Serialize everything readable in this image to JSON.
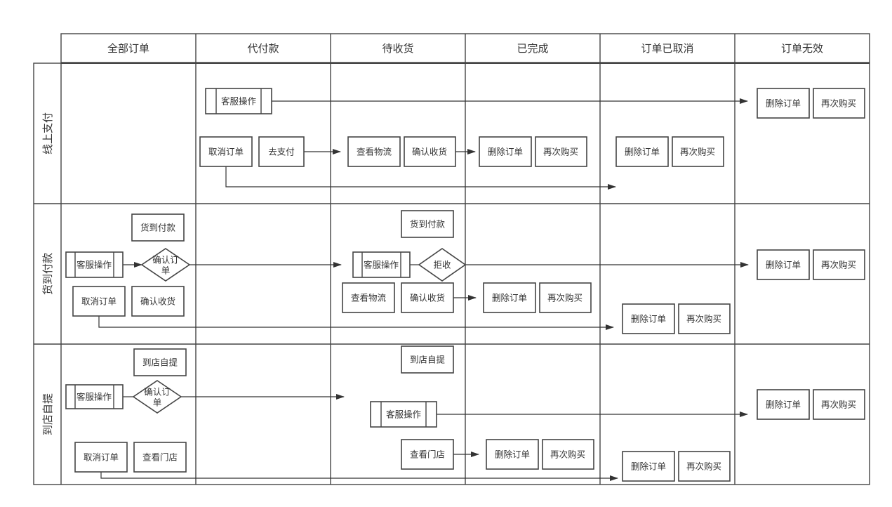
{
  "columns": [
    "全部订单",
    "代付款",
    "待收货",
    "已完成",
    "订单已取消",
    "订单无效"
  ],
  "lanes": [
    "线上支付",
    "货到付款",
    "到店自提"
  ],
  "nodes": {
    "cs_op": "客服操作",
    "delete_order": "删除订单",
    "buy_again": "再次购买",
    "cancel_order": "取消订单",
    "go_pay": "去支付",
    "view_logistics": "查看物流",
    "confirm_receipt": "确认收货",
    "cod": "货到付款",
    "confirm_order_l1": "确认订",
    "confirm_order_l2": "单",
    "reject": "拒收",
    "store_pickup": "到店自提",
    "view_store": "查看门店"
  },
  "colors": {
    "line": "#444444",
    "text": "#333333",
    "background": "#ffffff"
  }
}
